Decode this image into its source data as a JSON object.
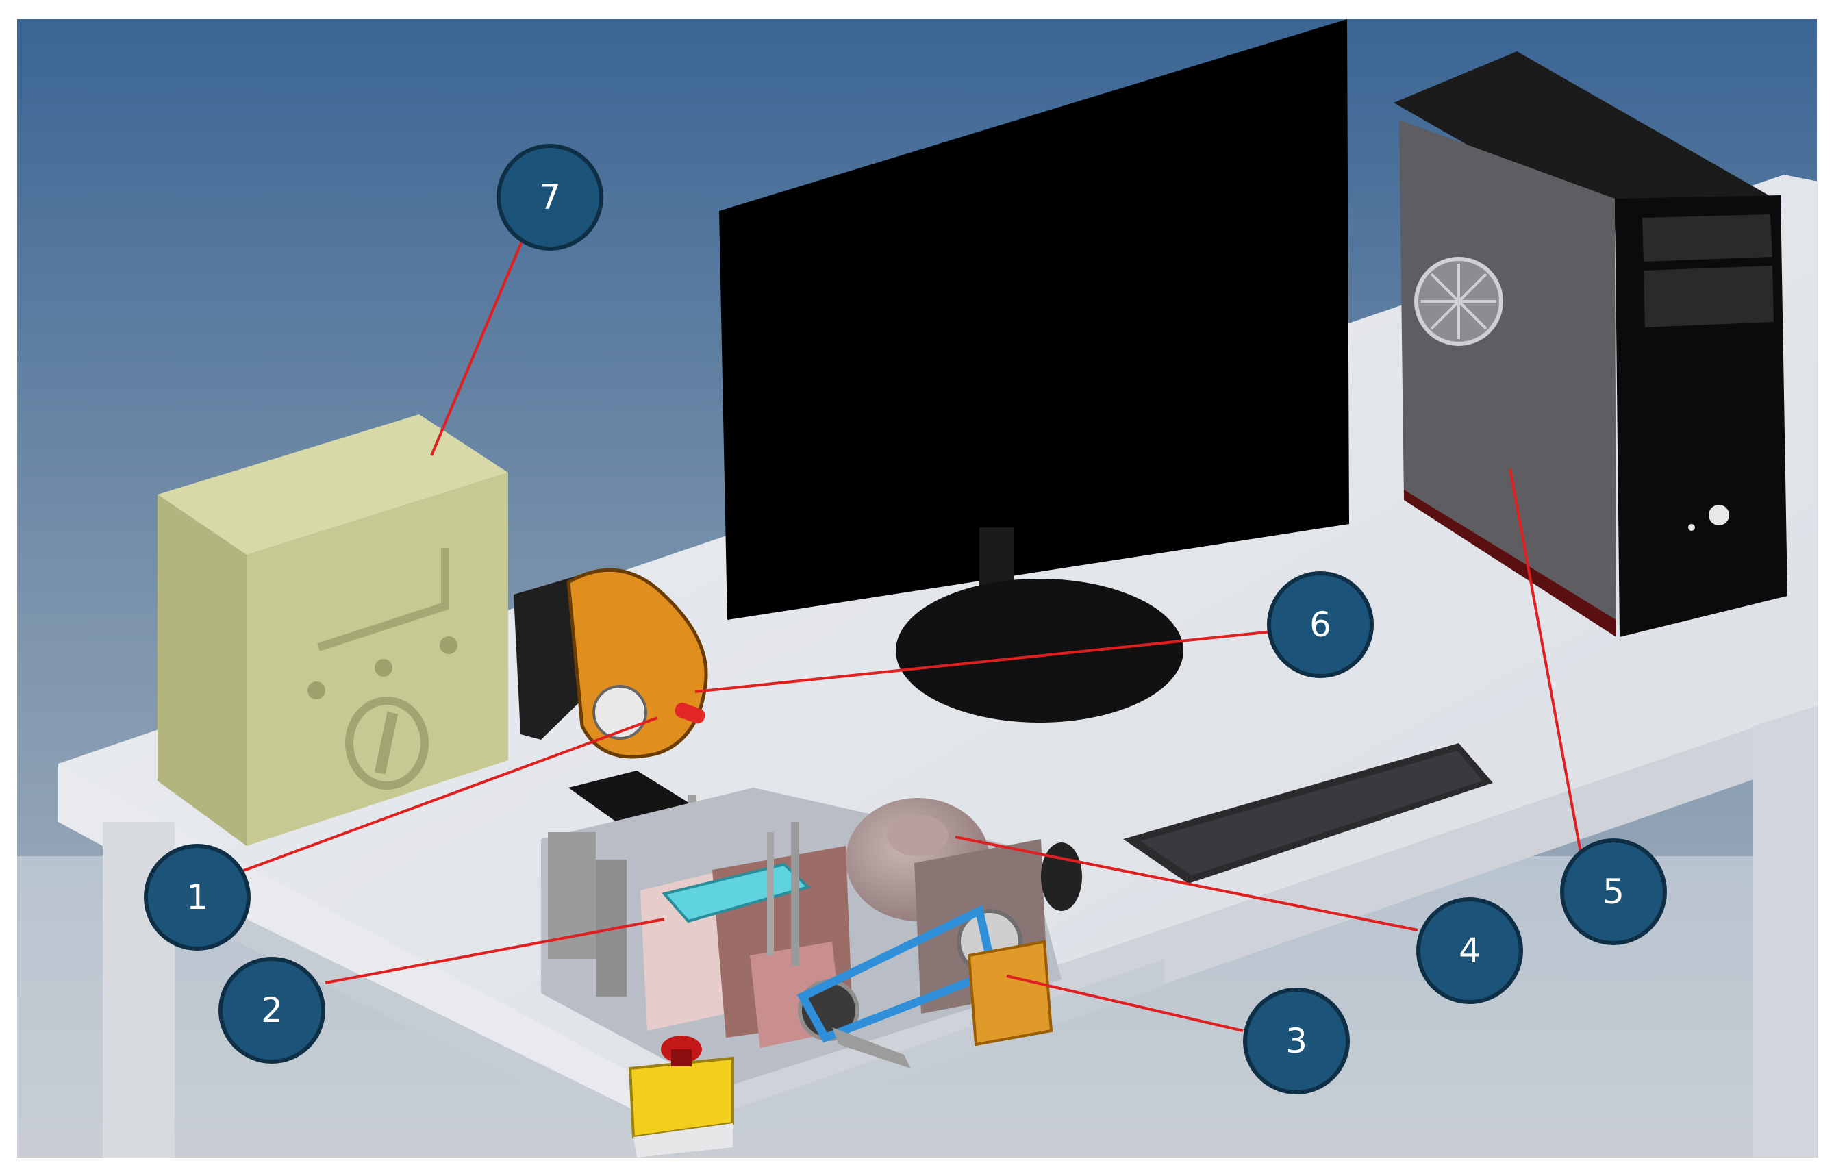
{
  "colors": {
    "callout_fill": "#1c5378",
    "callout_stroke": "#0e2f46",
    "leader_line": "#e02020",
    "sky_top": "#3b6594",
    "table_top": "#dfe3e9",
    "monitor": "#000000",
    "control_box": "#c7c992",
    "emergency_stop": "#f2cf1c",
    "load_cell": "#5fd3e0",
    "belt": "#2f8fd8",
    "bracket": "#e09a2a",
    "jigsaw_body": "#e08f1f"
  },
  "callouts": [
    {
      "label": "1",
      "target": "jigsaw-blade-drive"
    },
    {
      "label": "2",
      "target": "load-cell"
    },
    {
      "label": "3",
      "target": "sensor-bracket"
    },
    {
      "label": "4",
      "target": "motor"
    },
    {
      "label": "5",
      "target": "computer-tower"
    },
    {
      "label": "6",
      "target": "jigsaw-motor"
    },
    {
      "label": "7",
      "target": "control-box"
    }
  ]
}
